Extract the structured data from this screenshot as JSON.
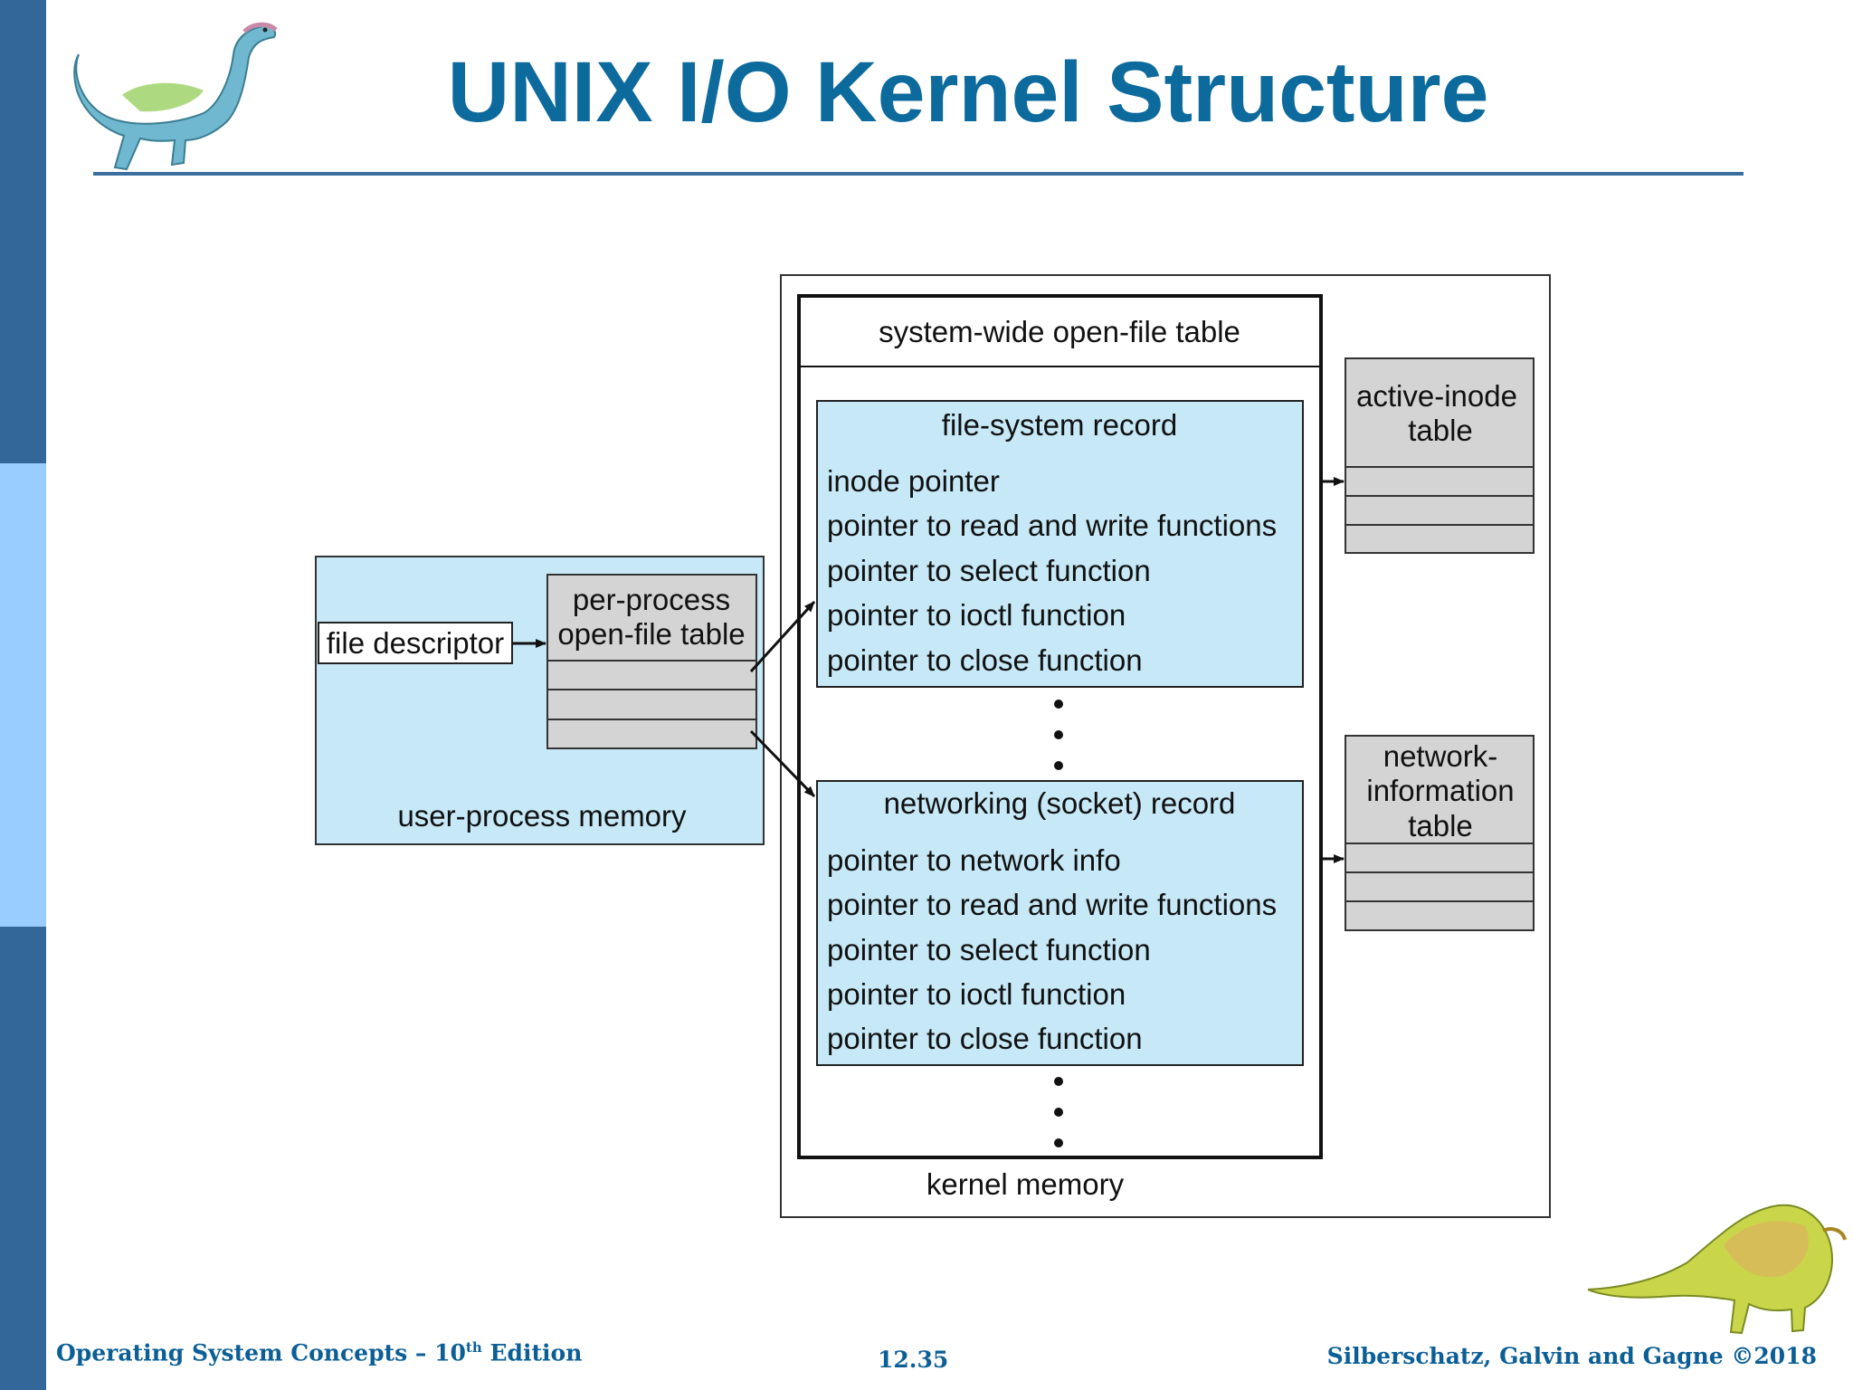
{
  "slide": {
    "title": "UNIX I/O Kernel Structure",
    "colors": {
      "title": "#0c6a9c",
      "sidebar_dark": "#336699",
      "sidebar_light": "#99ccff",
      "box_fill": "#c6e8f7",
      "table_cell": "#d4d4d4"
    }
  },
  "diagram": {
    "user_region": {
      "label": "user-process memory",
      "file_descriptor": "file descriptor",
      "per_process_table": [
        "per-process",
        "open-file table"
      ]
    },
    "kernel_region": {
      "label": "kernel memory",
      "system_table_header": "system-wide open-file table",
      "file_system_record": {
        "title": "file-system record",
        "fields": [
          "inode pointer",
          "pointer to read and write functions",
          "pointer to select function",
          "pointer to ioctl function",
          "pointer to close function"
        ]
      },
      "networking_record": {
        "title": "networking (socket) record",
        "fields": [
          "pointer to network info",
          "pointer to read and write functions",
          "pointer to select function",
          "pointer to ioctl function",
          "pointer to close function"
        ]
      },
      "active_inode_table": [
        "active-inode",
        "table"
      ],
      "network_info_table": [
        "network-",
        "information",
        "table"
      ]
    }
  },
  "footer": {
    "book_prefix": "Operating System Concepts – 10",
    "book_sup": "th",
    "book_suffix": " Edition",
    "page": "12.35",
    "authors": "Silberschatz, Galvin and Gagne ©2018"
  }
}
